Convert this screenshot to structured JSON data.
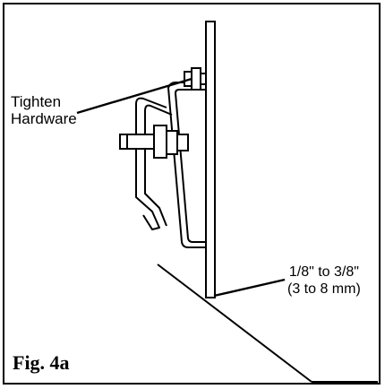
{
  "figure": {
    "caption": "Fig. 4a",
    "callouts": {
      "tighten": [
        "Tighten",
        "Hardware"
      ],
      "gap": [
        "1/8\" to 3/8\"",
        "(3 to 8 mm)"
      ]
    },
    "colors": {
      "line": "#000000",
      "background": "#ffffff"
    }
  }
}
